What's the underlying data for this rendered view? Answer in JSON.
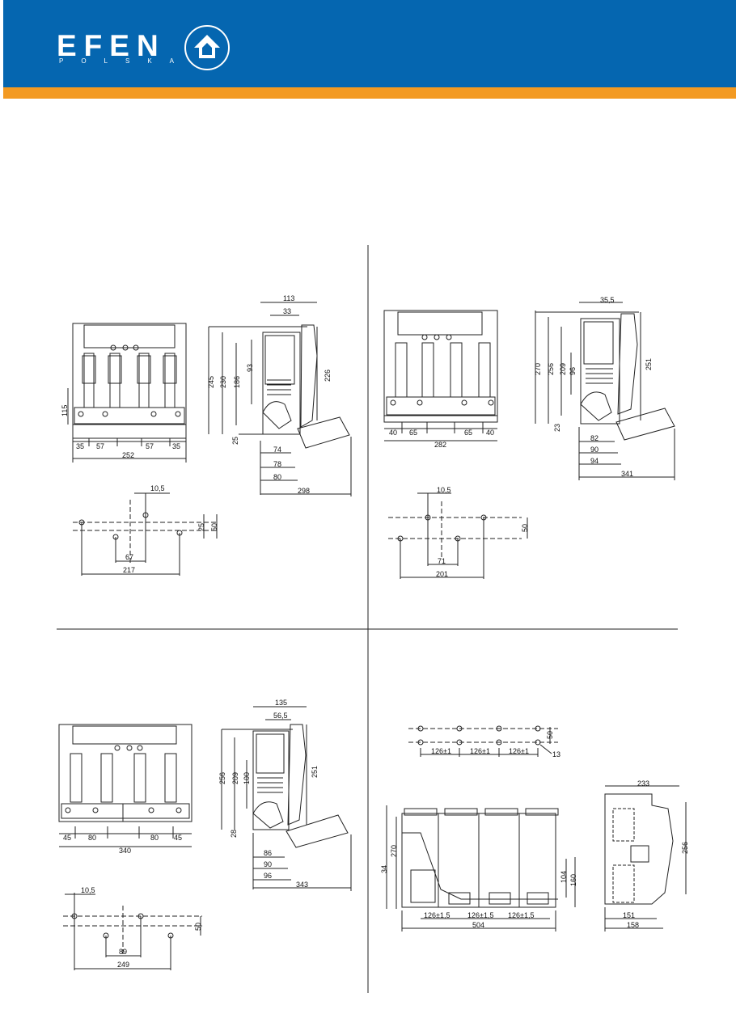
{
  "header": {
    "brand": "EFEN",
    "sub": "POLSKA",
    "colors": {
      "header_bg": "#0566b0",
      "stripe": "#f39a22"
    },
    "logo_icon": "efen-house-logo-icon"
  },
  "q1": {
    "side": {
      "d113": "113",
      "d33": "33",
      "d245": "245",
      "d230": "230",
      "d186": "186",
      "d93": "93",
      "d226": "226",
      "d25": "25",
      "d74": "74",
      "d78": "78",
      "d80": "80",
      "d298": "298"
    },
    "front": {
      "d115": "115",
      "d35a": "35",
      "d57a": "57",
      "d57b": "57",
      "d35b": "35",
      "d252": "252"
    },
    "holes": {
      "d105": "10,5",
      "d25": "25",
      "d50": "50",
      "d67": "67",
      "d217": "217"
    }
  },
  "q2": {
    "side": {
      "d355": "35,5",
      "d270": "270",
      "d256": "256",
      "d209": "209",
      "d96": "96",
      "d251": "251",
      "d23": "23",
      "d82": "82",
      "d90": "90",
      "d94": "94",
      "d341": "341"
    },
    "front": {
      "d40a": "40",
      "d65a": "65",
      "d65b": "65",
      "d40b": "40",
      "d282": "282"
    },
    "holes": {
      "d105": "10,5",
      "d50": "50",
      "d71": "71",
      "d201": "201"
    }
  },
  "q3": {
    "side": {
      "d135": "135",
      "d565": "56,5",
      "d256": "256",
      "d209": "209",
      "d100": "100",
      "d251": "251",
      "d28": "28",
      "d86": "86",
      "d90": "90",
      "d96": "96",
      "d343": "343"
    },
    "front": {
      "d45a": "45",
      "d80a": "80",
      "d80b": "80",
      "d45b": "45",
      "d340": "340"
    },
    "holes": {
      "d105": "10,5",
      "d50": "50",
      "d89": "89",
      "d249": "249"
    }
  },
  "q4": {
    "holes": {
      "p1": "126±1",
      "p2": "126±1",
      "p3": "126±1",
      "d50": "50",
      "d13": "13"
    },
    "front": {
      "d34": "34",
      "d270": "270",
      "p1": "126±1,5",
      "p2": "126±1,5",
      "p3": "126±1,5",
      "d504": "504",
      "d104": "104",
      "d160": "160"
    },
    "side": {
      "d233": "233",
      "d256": "256",
      "d151": "151",
      "d158": "158"
    }
  }
}
